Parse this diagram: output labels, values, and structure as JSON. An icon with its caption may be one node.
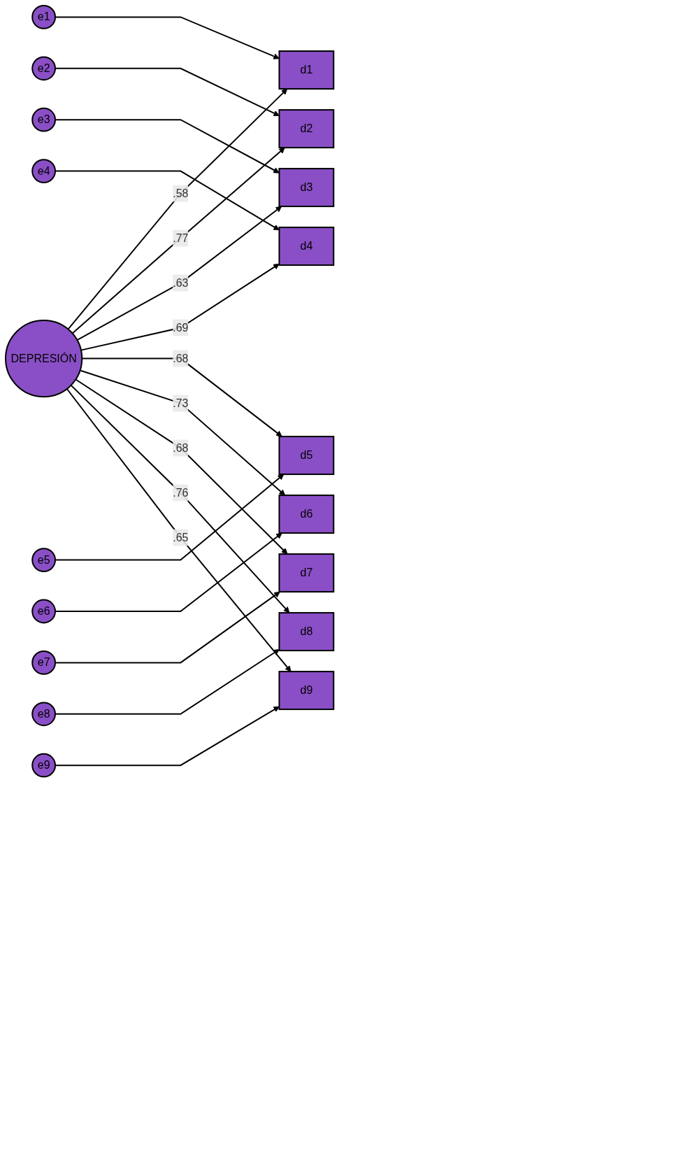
{
  "diagram": {
    "nodes": [
      {
        "text": [
          "DEPRESIÓN"
        ]
      },
      {
        "text": [
          "d1"
        ]
      },
      {
        "text": [
          "d2"
        ]
      },
      {
        "text": [
          "d3"
        ]
      },
      {
        "text": [
          "d4"
        ]
      },
      {
        "text": [
          "d5"
        ]
      },
      {
        "text": [
          "d6"
        ]
      },
      {
        "text": [
          "d7"
        ]
      },
      {
        "text": [
          "d8"
        ]
      },
      {
        "text": [
          "d9"
        ]
      },
      {
        "text": [
          "e1"
        ]
      },
      {
        "text": [
          "e2"
        ]
      },
      {
        "text": [
          "e3"
        ]
      },
      {
        "text": [
          "e4"
        ]
      },
      {
        "text": [
          "e5"
        ]
      },
      {
        "text": [
          "e6"
        ]
      },
      {
        "text": [
          "e7"
        ]
      },
      {
        "text": [
          "e8"
        ]
      },
      {
        "text": [
          "e9"
        ]
      }
    ],
    "edges": [
      {
        "from": 0,
        "to": 1,
        "arrow": "to",
        "label": ".58"
      },
      {
        "from": 0,
        "to": 2,
        "arrow": "to",
        "label": ".77"
      },
      {
        "from": 0,
        "to": 3,
        "arrow": "to",
        "label": ".63"
      },
      {
        "from": 0,
        "to": 4,
        "arrow": "to",
        "label": ".69"
      },
      {
        "from": 0,
        "to": 5,
        "arrow": "to",
        "label": ".68"
      },
      {
        "from": 0,
        "to": 6,
        "arrow": "to",
        "label": ".73"
      },
      {
        "from": 0,
        "to": 7,
        "arrow": "to",
        "label": ".68"
      },
      {
        "from": 0,
        "to": 8,
        "arrow": "to",
        "label": ".76"
      },
      {
        "from": 0,
        "to": 9,
        "arrow": "to",
        "label": ".65"
      },
      {
        "from": 10,
        "to": 1,
        "arrow": "to"
      },
      {
        "from": 11,
        "to": 2,
        "arrow": "to"
      },
      {
        "from": 12,
        "to": 3,
        "arrow": "to"
      },
      {
        "from": 13,
        "to": 4,
        "arrow": "to"
      },
      {
        "from": 14,
        "to": 5,
        "arrow": "to"
      },
      {
        "from": 15,
        "to": 6,
        "arrow": "to"
      },
      {
        "from": 16,
        "to": 7,
        "arrow": "to"
      },
      {
        "from": 17,
        "to": 8,
        "arrow": "to"
      },
      {
        "from": 18,
        "to": 9,
        "arrow": "to"
      }
    ]
  }
}
